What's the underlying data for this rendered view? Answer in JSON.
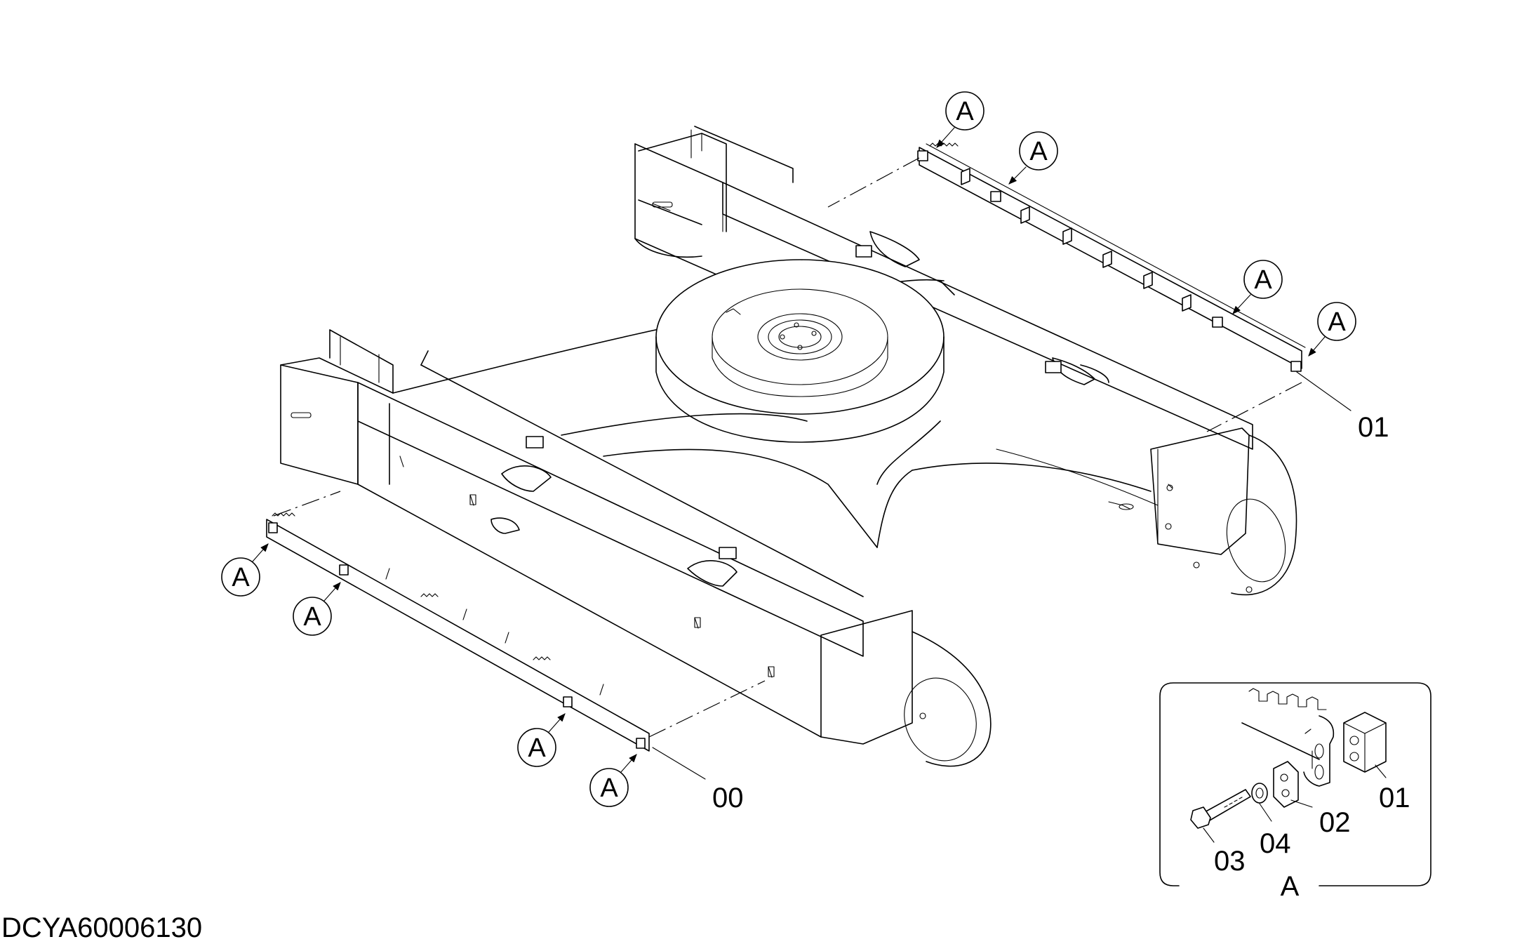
{
  "drawing_code": "DCYA60006130",
  "callout_letter": "A",
  "part_numbers": {
    "bar_front": "00",
    "bar_rear": "01",
    "detail_block": "01",
    "detail_plate": "02",
    "detail_bolt": "03",
    "detail_washer": "04"
  },
  "detail_view_label": "A",
  "icons": [
    "callout-circle-icon",
    "leader-arrow-icon"
  ]
}
